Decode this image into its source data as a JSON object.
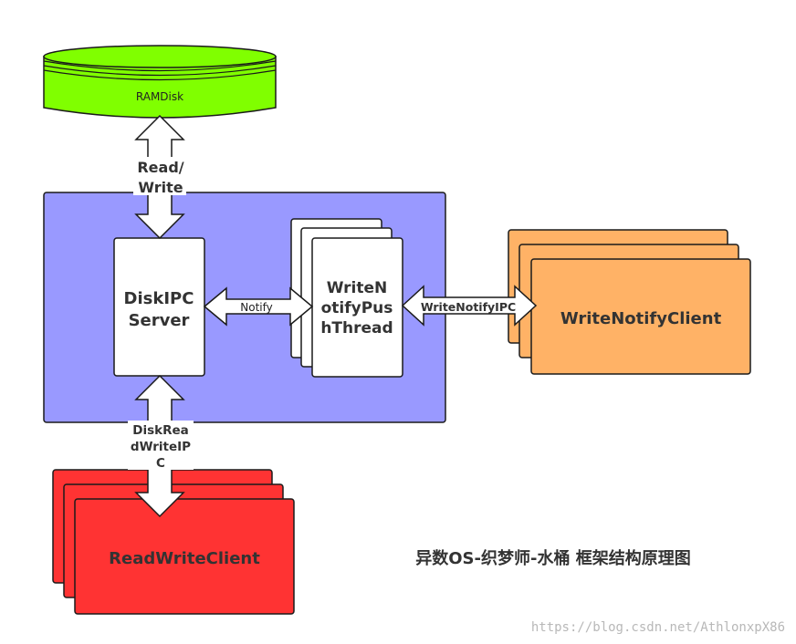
{
  "colors": {
    "ramdisk": "#80ff00",
    "server_container": "#9999ff",
    "write_notify_client": "#ffb266",
    "read_write_client": "#ff3333",
    "box_white": "#ffffff",
    "stroke": "#1a1a1a"
  },
  "nodes": {
    "ramdisk": {
      "label": "RAMDisk"
    },
    "disk_ipc_server": {
      "line1": "DiskIPC",
      "line2": "Server"
    },
    "write_notify_push_thread": {
      "line1": "WriteN",
      "line2": "otifyPus",
      "line3": "hThread"
    },
    "write_notify_client": {
      "label": "WriteNotifyClient"
    },
    "read_write_client": {
      "label": "ReadWriteClient"
    }
  },
  "edges": {
    "read_write": {
      "line1": "Read/",
      "line2": "Write"
    },
    "notify": {
      "label": "Notify"
    },
    "write_notify_ipc": {
      "label": "WriteNotifyIPC"
    },
    "disk_read_write_ipc": {
      "line1": "DiskRea",
      "line2": "dWriteIP",
      "line3": "C"
    }
  },
  "caption": "异数OS-织梦师-水桶 框架结构原理图",
  "watermark": "https://blog.csdn.net/AthlonxpX86"
}
